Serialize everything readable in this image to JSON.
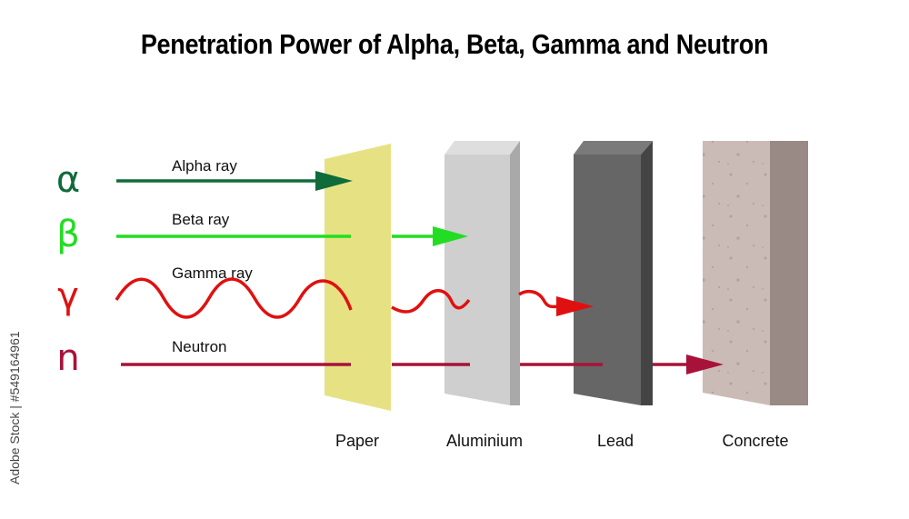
{
  "title": "Penetration Power of Alpha, Beta, Gamma and Neutron",
  "rays": [
    {
      "symbol": "α",
      "label": "Alpha ray",
      "color": "#0f6b3a",
      "stops_at": "Paper"
    },
    {
      "symbol": "β",
      "label": "Beta ray",
      "color": "#22dd22",
      "stops_at": "Aluminium"
    },
    {
      "symbol": "γ",
      "label": "Gamma ray",
      "color": "#e01010",
      "stops_at": "Lead"
    },
    {
      "symbol": "n",
      "label": "Neutron",
      "color": "#a8123a",
      "stops_at": "Concrete"
    }
  ],
  "materials": [
    {
      "label": "Paper",
      "color": "#e6e284"
    },
    {
      "label": "Aluminium",
      "color": "#cfcfcf"
    },
    {
      "label": "Lead",
      "color": "#666666"
    },
    {
      "label": "Concrete",
      "color": "#cbbbb6"
    }
  ],
  "watermark": "Adobe Stock | #549164961"
}
